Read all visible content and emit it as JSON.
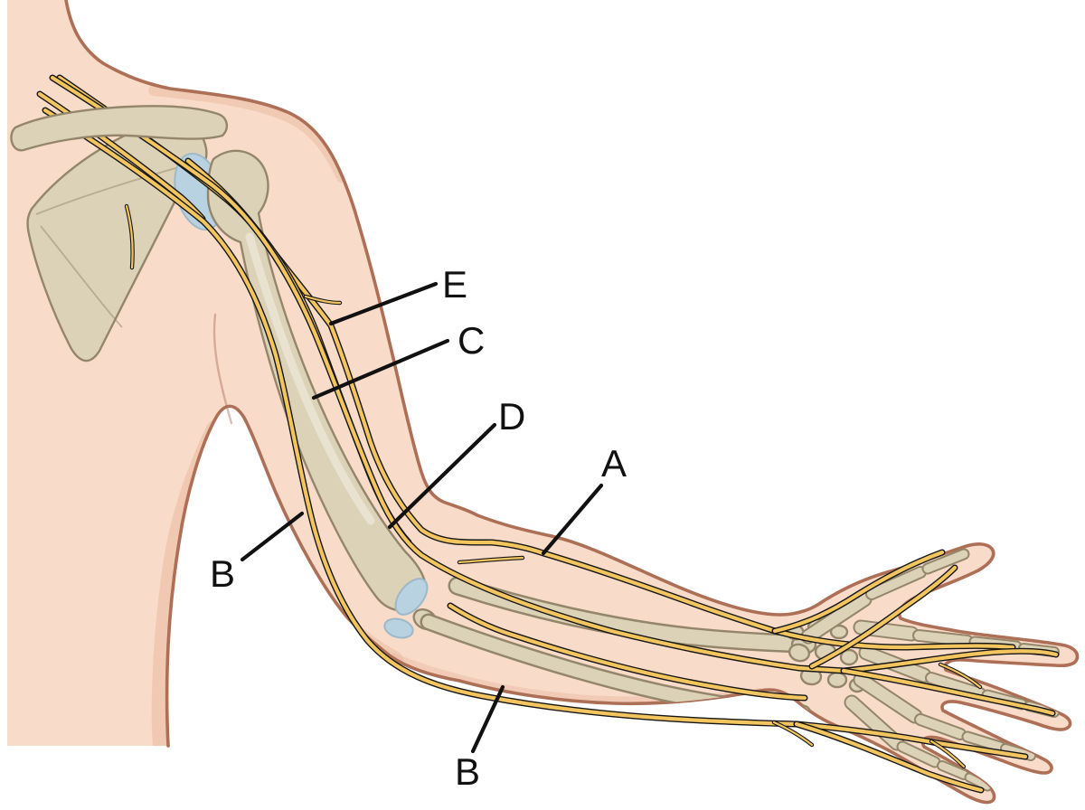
{
  "labels": [
    {
      "id": "E",
      "text": "E"
    },
    {
      "id": "C",
      "text": "C"
    },
    {
      "id": "D",
      "text": "D"
    },
    {
      "id": "A",
      "text": "A"
    },
    {
      "id": "B-upper",
      "text": "B"
    },
    {
      "id": "B-lower",
      "text": "B"
    }
  ],
  "colors": {
    "background": "#ffffff",
    "skin": "#f8dbc9",
    "skin_shade": "#e9b59c",
    "skin_outline": "#ad6f56",
    "bone": "#dcd2b8",
    "bone_outline": "#93866a",
    "bone_highlight": "#ece5d3",
    "cartilage": "#b8d2e2",
    "cartilage_outline": "#9db9c9",
    "nerve": "#f2c55f",
    "nerve_outline": "#161616",
    "label_text": "#111111",
    "leader_line": "#111111"
  }
}
